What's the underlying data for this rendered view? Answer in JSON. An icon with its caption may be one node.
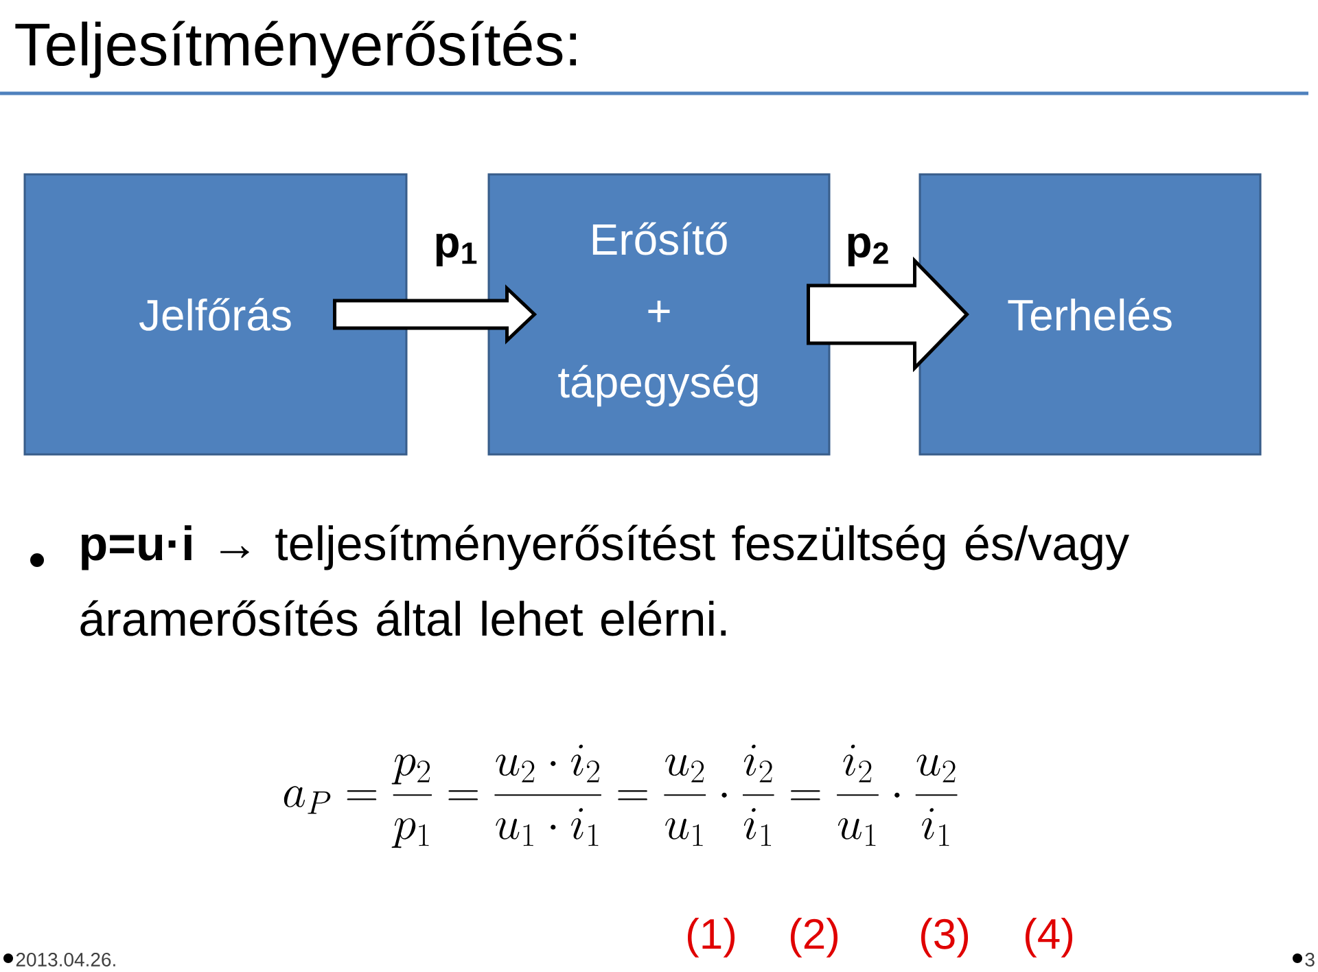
{
  "diagram": {
    "title": "Teljesítményerősítés:",
    "nodes": [
      {
        "text": [
          "Jelfőrás"
        ]
      },
      {
        "text": [
          "Erősítő + tápegység"
        ]
      },
      {
        "text": [
          "Terhelés"
        ]
      }
    ],
    "edges": [
      {
        "from": 0,
        "to": 1,
        "arrow": "to",
        "label": "p$_{1}$"
      },
      {
        "from": 1,
        "to": 2,
        "arrow": "to",
        "label": "p$_{2}$"
      }
    ],
    "labels": [
      "**p=u·i →** teljesítményerősítést feszültség és/vagy áramerősítés által lehet elérni.",
      "a_P = \\frac{p_2}{p_1} = \\frac{u_2 \\cdot i_2}{u_1 \\cdot i_1} = \\frac{u_2}{u_1}\\cdot\\frac{i_2}{i_1} = \\frac{i_2}{u_1}\\cdot\\frac{u_2}{i_1}",
      "(1)",
      "(2)",
      "(3)",
      "(4)",
      "2013.04.26.",
      "3"
    ]
  }
}
